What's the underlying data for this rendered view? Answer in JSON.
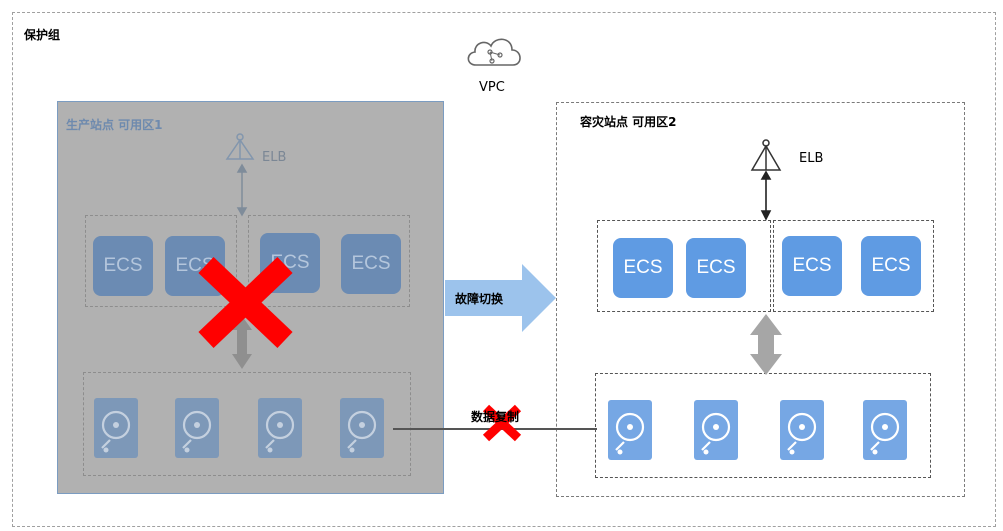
{
  "protection_group": {
    "label": "保护组"
  },
  "vpc": {
    "label": "VPC",
    "icon": "cloud-icon"
  },
  "production_site": {
    "label": "生产站点 可用区1",
    "elb_label": "ELB",
    "ecs_labels": [
      "ECS",
      "ECS",
      "ECS",
      "ECS"
    ],
    "status": "failed"
  },
  "dr_site": {
    "label": "容灾站点 可用区2",
    "elb_label": "ELB",
    "ecs_labels": [
      "ECS",
      "ECS",
      "ECS",
      "ECS"
    ]
  },
  "failover": {
    "label": "故障切换"
  },
  "replication": {
    "label": "数据复制",
    "status": "broken"
  },
  "colors": {
    "ecs_active": "#5f9be3",
    "ecs_dim": "#6b8bb3",
    "failure_x": "#ff0000",
    "failover_arrow": "#9cc3ec",
    "site_dim_bg": "#b1b1b1"
  }
}
